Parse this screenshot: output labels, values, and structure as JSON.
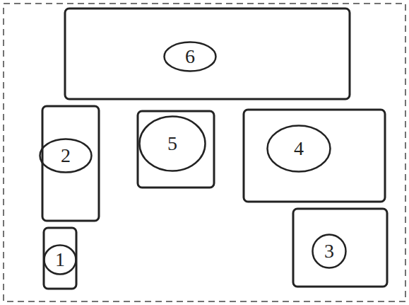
{
  "diagram": {
    "nodes": [
      {
        "text": [
          "6"
        ]
      },
      {
        "text": [
          "2"
        ]
      },
      {
        "text": [
          "5"
        ]
      },
      {
        "text": [
          "4"
        ]
      },
      {
        "text": [
          "1"
        ]
      },
      {
        "text": [
          "3"
        ]
      }
    ]
  }
}
